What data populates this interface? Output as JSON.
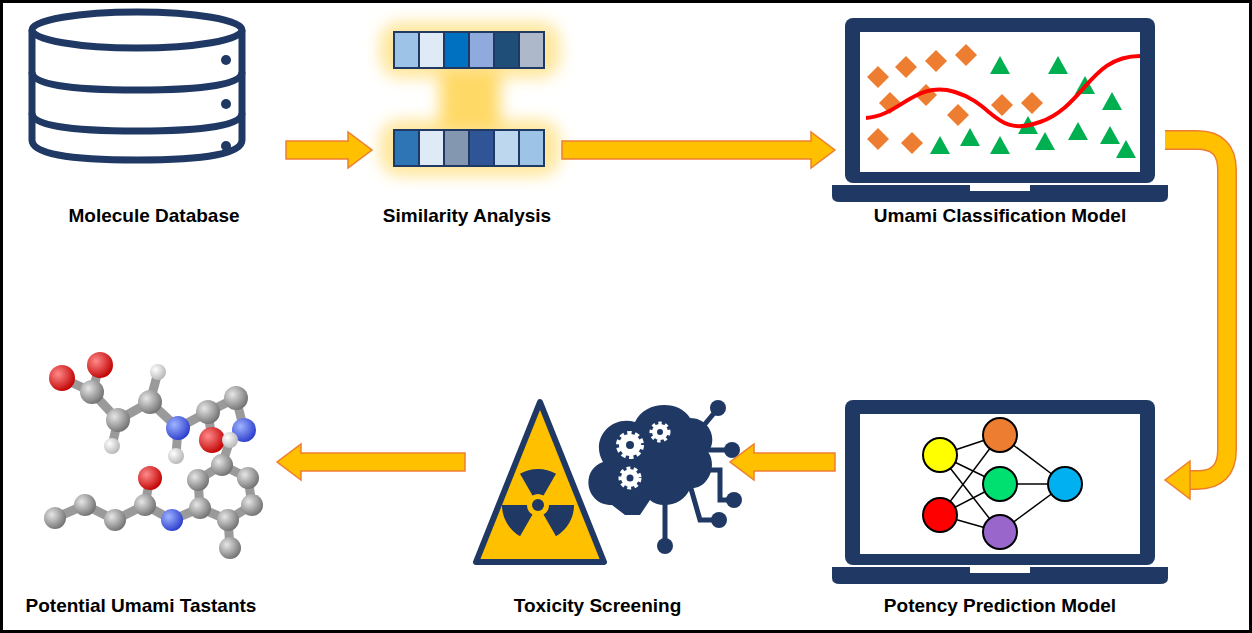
{
  "diagram": {
    "nodes": [
      {
        "text": [
          "Molecule Database"
        ]
      },
      {
        "text": [
          "Similarity Analysis"
        ]
      },
      {
        "text": [
          "Umami Classification Model"
        ]
      },
      {
        "text": [
          "Potency Prediction Model"
        ]
      },
      {
        "text": [
          "Toxicity Screening"
        ]
      },
      {
        "text": [
          "Potential Umami Tastants"
        ]
      }
    ],
    "edges": [
      {
        "from": 0,
        "to": 1,
        "arrow": "to"
      },
      {
        "from": 1,
        "to": 2,
        "arrow": "to"
      },
      {
        "from": 2,
        "to": 3,
        "arrow": "to"
      },
      {
        "from": 3,
        "to": 4,
        "arrow": "to"
      },
      {
        "from": 4,
        "to": 5,
        "arrow": "to"
      }
    ]
  }
}
